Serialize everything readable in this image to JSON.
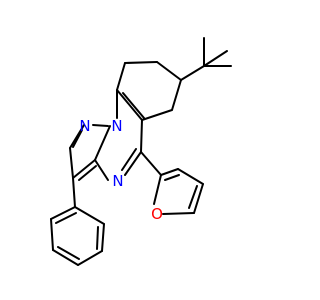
{
  "atoms": {
    "n1": {
      "symbol": "N",
      "color": "#0000ff"
    },
    "n2": {
      "symbol": "N",
      "color": "#0000ff"
    },
    "n3": {
      "symbol": "N",
      "color": "#0000ff"
    },
    "o1": {
      "symbol": "O",
      "color": "#ff0000"
    }
  },
  "bond_color": "#000000"
}
